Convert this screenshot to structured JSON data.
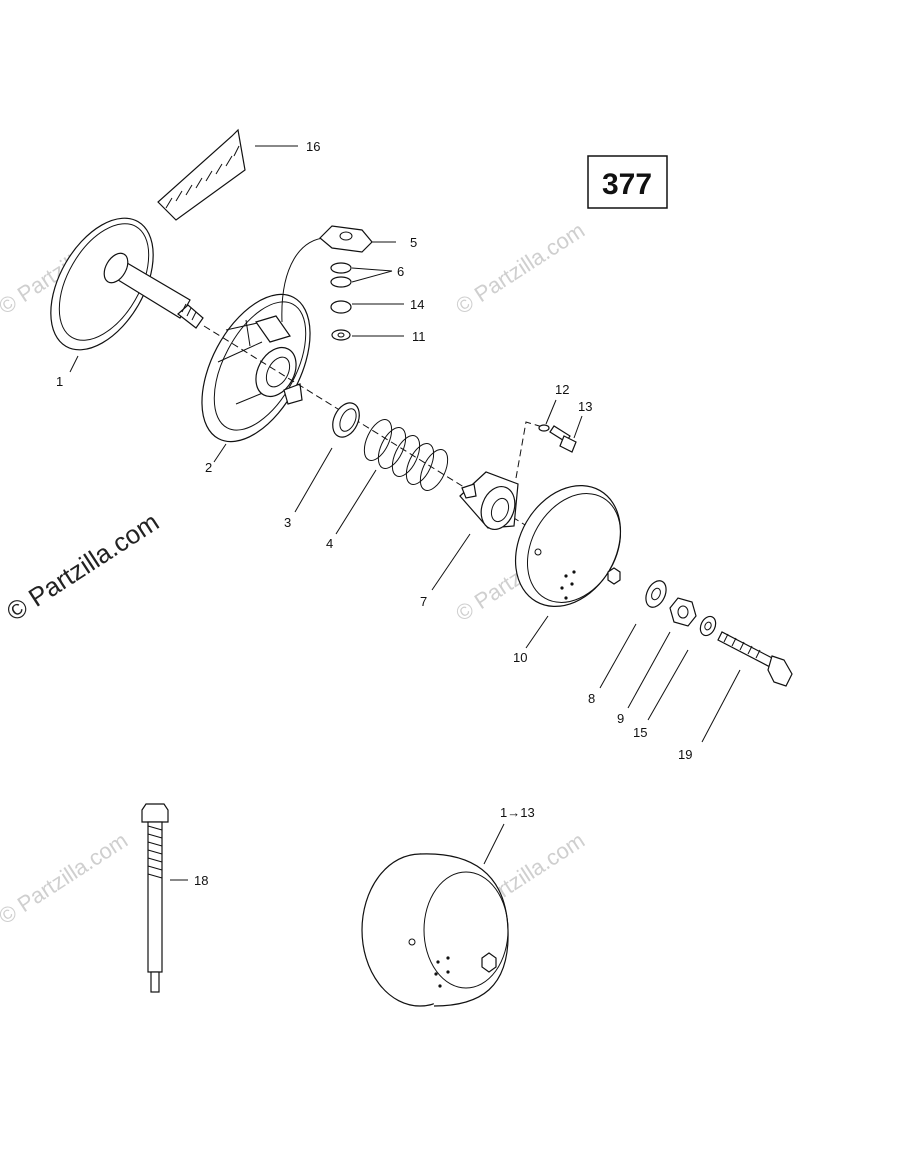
{
  "reference_number": "377",
  "watermark": {
    "small": "© Partzilla.com",
    "large": "© Partzilla.com"
  },
  "callouts": [
    {
      "id": "c1",
      "label": "1"
    },
    {
      "id": "c2",
      "label": "2"
    },
    {
      "id": "c3",
      "label": "3"
    },
    {
      "id": "c4",
      "label": "4"
    },
    {
      "id": "c5",
      "label": "5"
    },
    {
      "id": "c6",
      "label": "6"
    },
    {
      "id": "c7",
      "label": "7"
    },
    {
      "id": "c8",
      "label": "8"
    },
    {
      "id": "c9",
      "label": "9"
    },
    {
      "id": "c10",
      "label": "10"
    },
    {
      "id": "c11",
      "label": "11"
    },
    {
      "id": "c12",
      "label": "12"
    },
    {
      "id": "c13",
      "label": "13"
    },
    {
      "id": "c14",
      "label": "14"
    },
    {
      "id": "c15",
      "label": "15"
    },
    {
      "id": "c16",
      "label": "16"
    },
    {
      "id": "c18",
      "label": "18"
    },
    {
      "id": "c19",
      "label": "19"
    },
    {
      "id": "c1to13",
      "label": "1→13"
    }
  ]
}
